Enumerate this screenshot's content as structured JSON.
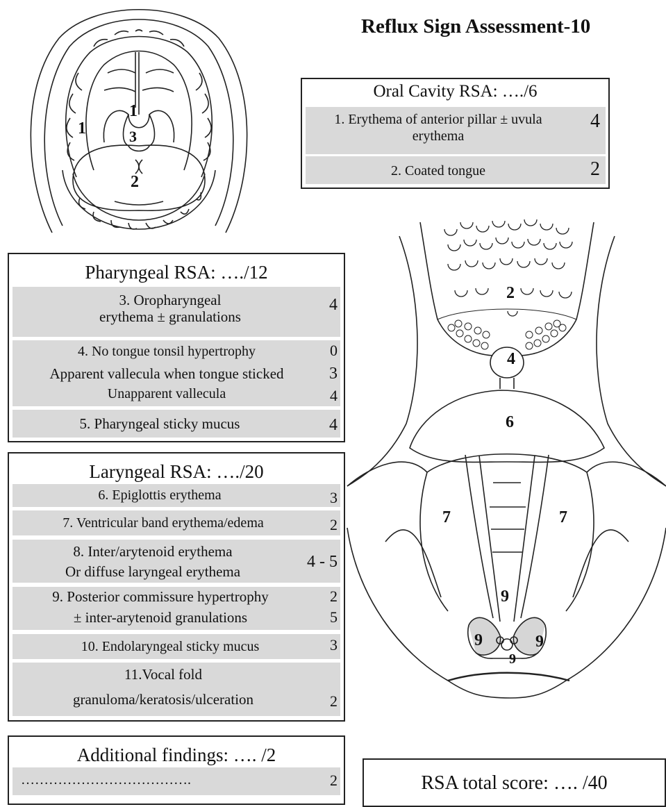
{
  "title": "Reflux Sign Assessment-10",
  "oral": {
    "header": "Oral Cavity RSA: …./6",
    "rows": [
      {
        "text": "1. Erythema of anterior pillar ± uvula erythema",
        "score": "4"
      },
      {
        "text": "2. Coated tongue",
        "score": "2"
      }
    ]
  },
  "pharyngeal": {
    "header": "Pharyngeal RSA: …./12",
    "rows": [
      {
        "text": "3. Oropharyngeal erythema ± granulations",
        "score": "4"
      },
      {
        "lines": [
          "4. No tongue tonsil hypertrophy",
          "Apparent vallecula when tongue sticked",
          "Unapparent vallecula"
        ],
        "scores": [
          "0",
          "3",
          "4"
        ]
      },
      {
        "text": "5. Pharyngeal sticky mucus",
        "score": "4"
      }
    ]
  },
  "laryngeal": {
    "header": "Laryngeal RSA: …./20",
    "rows": [
      {
        "text": "6. Epiglottis erythema",
        "score": "3"
      },
      {
        "text": "7. Ventricular band erythema/edema",
        "score": "2"
      },
      {
        "lines": [
          "8. Inter/arytenoid erythema",
          "Or diffuse laryngeal erythema"
        ],
        "score": "4 - 5"
      },
      {
        "lines": [
          "9. Posterior commissure hypertrophy",
          "± inter-arytenoid granulations"
        ],
        "scores": [
          "2",
          "5"
        ]
      },
      {
        "text": "10. Endolaryngeal sticky mucus",
        "score": "3"
      },
      {
        "lines": [
          "11.Vocal fold",
          "granuloma/keratosis/ulceration"
        ],
        "score": "2"
      }
    ]
  },
  "additional": {
    "header": "Additional findings: …. /2",
    "rows": [
      {
        "text": "……………………………….",
        "score": "2"
      }
    ]
  },
  "total": {
    "label": "RSA total score: …. /40"
  },
  "mouth_labels": {
    "a": "1",
    "b": "1",
    "c": "3",
    "d": "2"
  },
  "larynx_labels": {
    "a": "2",
    "b": "4",
    "c": "6",
    "d": "7",
    "e": "7",
    "f": "9",
    "g": "9",
    "h": "9",
    "i": "9"
  }
}
